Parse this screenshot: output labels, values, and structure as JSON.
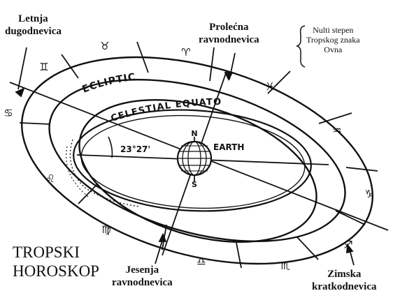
{
  "labels": {
    "summer_solstice": [
      "Letnja",
      "dugodnevica"
    ],
    "spring_equinox": [
      "Prolećna",
      "ravnodnevica"
    ],
    "autumn_equinox": [
      "Jesenja",
      "ravnodnevica"
    ],
    "winter_solstice": [
      "Zimska",
      "kratkodnevica"
    ],
    "zero_degree_note": [
      "Nulti stepen",
      "Tropskog znaka",
      "Ovna"
    ],
    "title": [
      "TROPSKI",
      "HOROSKOP"
    ]
  },
  "diagram_text": {
    "ecliptic": "ECLIPTIC",
    "celestial_equator": "CELESTIAL EQUATOR",
    "earth": "EARTH",
    "north": "N",
    "south": "S",
    "angle": "23°27'"
  },
  "zodiac_signs": [
    {
      "name": "aries",
      "glyph": "♈"
    },
    {
      "name": "taurus",
      "glyph": "♉"
    },
    {
      "name": "gemini",
      "glyph": "♊"
    },
    {
      "name": "cancer",
      "glyph": "♋"
    },
    {
      "name": "leo",
      "glyph": "♌"
    },
    {
      "name": "virgo",
      "glyph": "♍"
    },
    {
      "name": "libra",
      "glyph": "♎"
    },
    {
      "name": "scorpio",
      "glyph": "♏"
    },
    {
      "name": "sagittarius",
      "glyph": "♐"
    },
    {
      "name": "capricorn",
      "glyph": "♑"
    },
    {
      "name": "aquarius",
      "glyph": "♒"
    },
    {
      "name": "pisces",
      "glyph": "♓"
    }
  ]
}
